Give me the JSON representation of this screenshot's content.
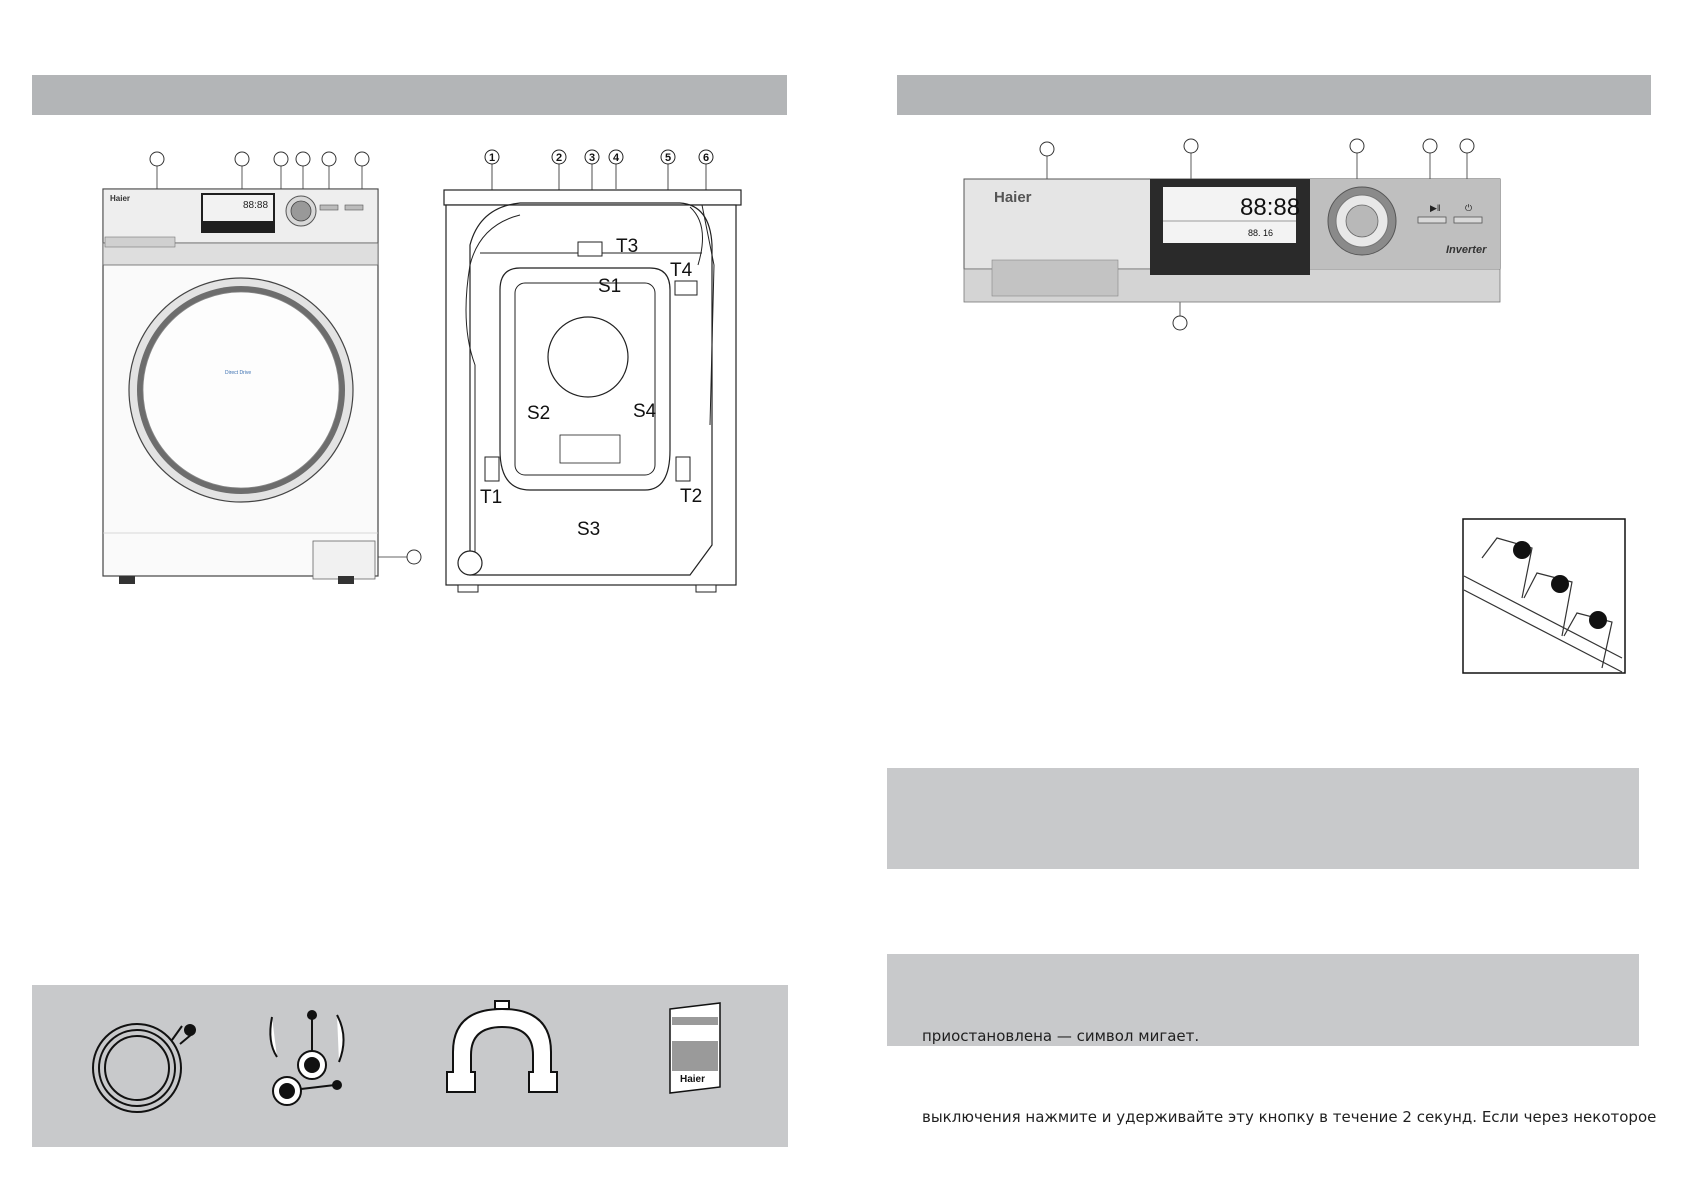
{
  "front_view": {
    "brand": "Haier",
    "door_caption": "Direct Drive",
    "display_digits": "88:88"
  },
  "back_view": {
    "numbers": [
      "1",
      "2",
      "3",
      "4",
      "5",
      "6"
    ],
    "labels": [
      "T3",
      "T4",
      "S1",
      "S2",
      "S4",
      "T1",
      "T2",
      "S3"
    ]
  },
  "control_panel": {
    "brand": "Haier",
    "display_digits": "88:88",
    "small_digits": "88. 16",
    "inverter": "Inverter"
  },
  "manual_cover": {
    "brand": "Haier"
  },
  "text": {
    "line1": "приостановлена — символ мигает.",
    "line2": "выключения нажмите и удерживайте эту кнопку в течение 2 секунд. Если через некоторое"
  }
}
